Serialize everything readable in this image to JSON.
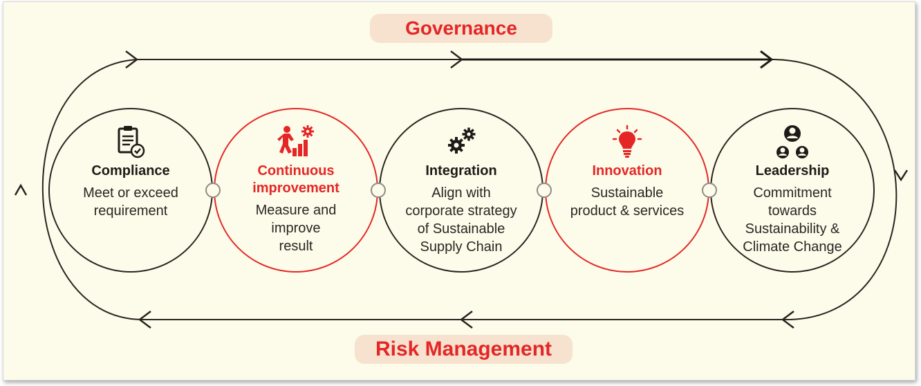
{
  "labels": {
    "governance": "Governance",
    "risk_management": "Risk Management"
  },
  "stages": [
    {
      "title": "Compliance",
      "description": "Meet or exceed\nrequirement",
      "icon": "clipboard-check-icon",
      "accent": "#2b2220"
    },
    {
      "title": "Continuous\nimprovement",
      "description": "Measure and\nimprove\nresult",
      "icon": "climbing-steps-gear-icon",
      "accent": "#e42626"
    },
    {
      "title": "Integration",
      "description": "Align with\ncorporate strategy\nof Sustainable\nSupply Chain",
      "icon": "gears-icon",
      "accent": "#2b2220"
    },
    {
      "title": "Innovation",
      "description": "Sustainable\nproduct & services",
      "icon": "lightbulb-icon",
      "accent": "#e42626"
    },
    {
      "title": "Leadership",
      "description": "Commitment\ntowards\nSustainability &\nClimate Change",
      "icon": "people-network-icon",
      "accent": "#2b2220"
    }
  ],
  "colors": {
    "accent_red": "#e42626",
    "dark": "#2b2220",
    "background": "#fdfbe9",
    "pill": "#f6e2cf"
  }
}
